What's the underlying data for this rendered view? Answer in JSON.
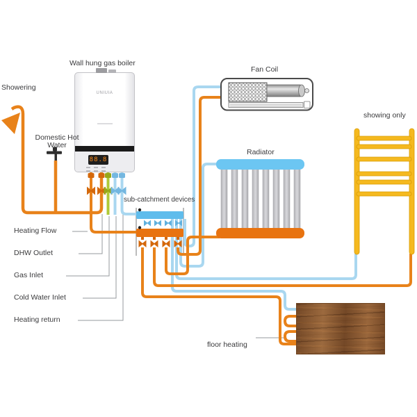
{
  "diagram": {
    "boiler": {
      "label": "Wall hung gas boiler",
      "brand": "UNIUIA",
      "display": "88.8"
    },
    "labels": {
      "showering": "Showering",
      "domestic_hot_water": "Domestic Hot Water",
      "fan_coil": "Fan Coil",
      "radiator": "Radiator",
      "showing_only": "showing only",
      "sub_catchment": "sub-catchment devices",
      "floor_heating": "floor heating"
    },
    "ports": {
      "heating_flow": "Heating Flow",
      "dhw_outlet": "DHW Outlet",
      "gas_inlet": "Gas Inlet",
      "cold_water_inlet": "Cold Water Inlet",
      "heating_return": "Heating return"
    },
    "colors": {
      "hot_pipe": "#E8821A",
      "cold_pipe": "#A9D7F0",
      "gas_pipe": "#AFC937",
      "supply_manifold": "#E87310",
      "return_manifold": "#5FBCEC",
      "towel_rail": "#F5B91F",
      "radiator_top": "#6CC6F2",
      "radiator_bottom": "#E87310"
    }
  }
}
